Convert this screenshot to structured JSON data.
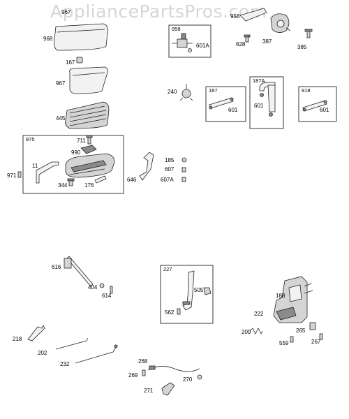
{
  "watermark": "AppliancePartsPros.com",
  "groups": {
    "g958": "958",
    "g187": "187",
    "g187a": "187A",
    "g918": "918",
    "g875": "875",
    "g227": "227"
  },
  "labels": {
    "l967top": "967",
    "l968": "968",
    "l167": "167",
    "l967": "967",
    "l445": "445",
    "l958_601a": "601A",
    "l628": "628",
    "l387": "387",
    "l385": "385",
    "l958top": "958",
    "l240": "240",
    "l187_601": "601",
    "l187a_601": "601",
    "l918_601": "601",
    "l711": "711",
    "l990": "990",
    "l11": "11",
    "l971": "971",
    "l344": "344",
    "l176": "176",
    "l646": "646",
    "l185": "185",
    "l607": "607",
    "l607a": "607A",
    "l616": "616",
    "l404": "404",
    "l614": "614",
    "l505": "505",
    "l562": "562",
    "l188": "188",
    "l222": "222",
    "l209": "209",
    "l265": "265",
    "l559": "559",
    "l267": "267",
    "l218": "218",
    "l202": "202",
    "l232": "232",
    "l268": "268",
    "l269": "269",
    "l270": "270",
    "l271": "271"
  }
}
